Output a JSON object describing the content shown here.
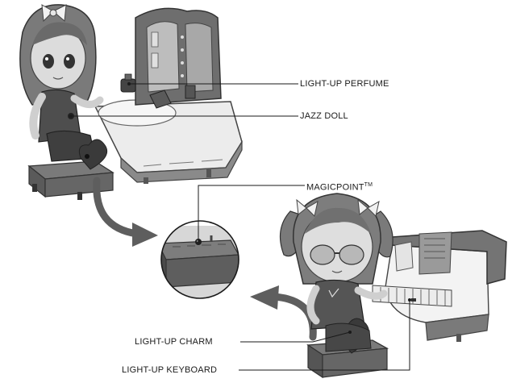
{
  "labels": {
    "perfume": "LIGHT-UP PERFUME",
    "jazz_doll": "JAZZ DOLL",
    "magicpoint": "MAGICPOINT",
    "magicpoint_mark": "TM",
    "charm": "LIGHT-UP CHARM",
    "keyboard": "LIGHT-UP KEYBOARD"
  },
  "colors": {
    "background": "#ffffff",
    "line": "#1a1a1a",
    "dark_gray": "#5e5e5e",
    "mid_gray": "#8c8c8c",
    "light_gray": "#c8c8c8",
    "skin": "#d9d9d9",
    "hair": "#7a7a7a"
  },
  "icons": {
    "move_arrow_1": "curved-arrow-right",
    "move_arrow_2": "curved-arrow-left"
  }
}
